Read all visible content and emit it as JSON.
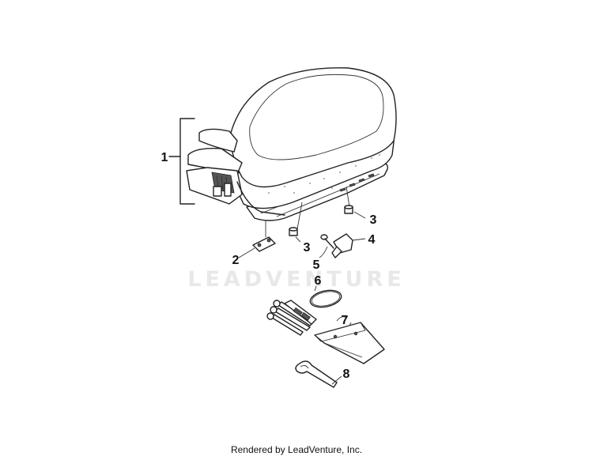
{
  "watermark": "LEADVENTURE",
  "footer": "Rendered by LeadVenture, Inc.",
  "callouts": {
    "c1": "1",
    "c2": "2",
    "c3a": "3",
    "c3b": "3",
    "c4": "4",
    "c5": "5",
    "c6": "6",
    "c7": "7",
    "c8": "8"
  }
}
